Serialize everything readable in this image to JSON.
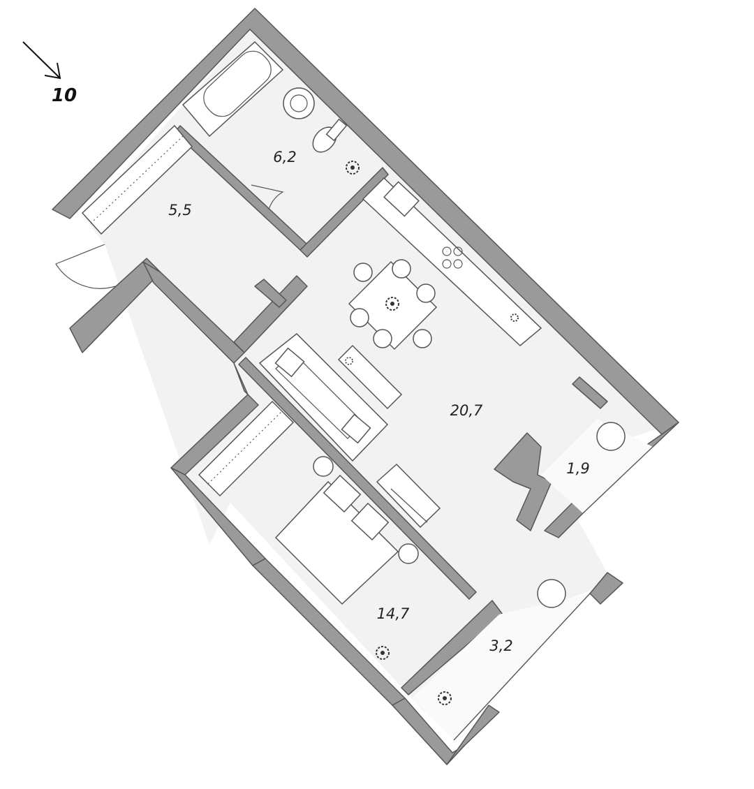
{
  "direction_marker": {
    "label": "10",
    "icon": "arrow-down-right-icon"
  },
  "rooms": [
    {
      "id": "bathroom",
      "area": "6,2"
    },
    {
      "id": "hallway",
      "area": "5,5"
    },
    {
      "id": "living-kitchen",
      "area": "20,7"
    },
    {
      "id": "balcony-small",
      "area": "1,9"
    },
    {
      "id": "bedroom",
      "area": "14,7"
    },
    {
      "id": "balcony-large",
      "area": "3,2"
    }
  ],
  "colors": {
    "wall": "#9a9a9a",
    "floor": "#f2f2f2",
    "line": "#555555"
  }
}
